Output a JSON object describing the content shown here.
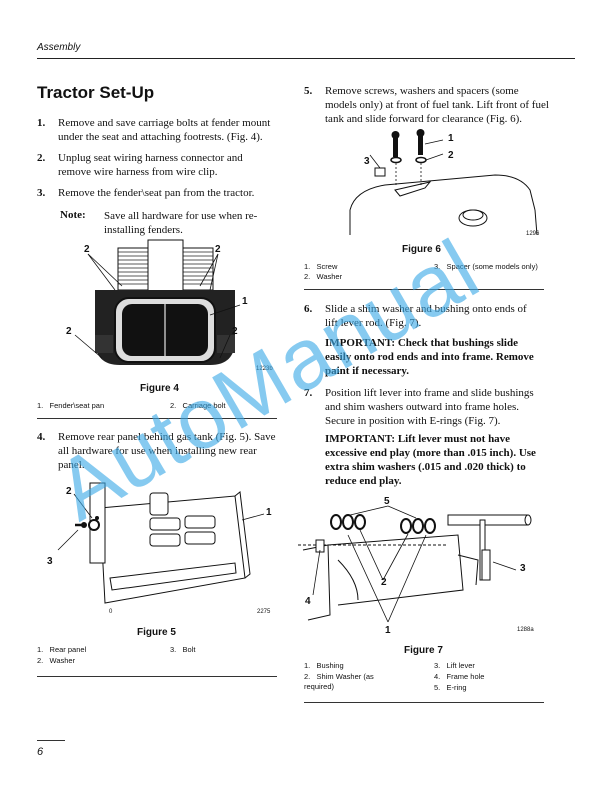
{
  "header": {
    "section": "Assembly"
  },
  "title": "Tractor Set-Up",
  "left": {
    "steps": [
      {
        "num": "1.",
        "text": "Remove and save carriage bolts at fender mount under the seat and attaching footrests. (Fig. 4)."
      },
      {
        "num": "2.",
        "text": "Unplug seat wiring harness connector and remove wire harness from wire clip."
      },
      {
        "num": "3.",
        "text": "Remove the fender\\seat pan from the tractor."
      },
      {
        "num": "4.",
        "text": "Remove rear panel behind gas tank (Fig. 5). Save all hardware for use when installing new rear panel."
      }
    ],
    "note": {
      "label": "Note:",
      "text": "Save all hardware for use when re-installing fenders."
    },
    "figure4": {
      "title": "Figure 4",
      "code": "1223b",
      "callouts": [
        "2",
        "2",
        "1",
        "2",
        "2"
      ],
      "legend": [
        {
          "num": "1.",
          "text": "Fender\\seat pan"
        },
        {
          "num": "2.",
          "text": "Carriage bolt"
        }
      ]
    },
    "figure5": {
      "title": "Figure 5",
      "code": "2275",
      "callouts": [
        "2",
        "1",
        "3",
        "0"
      ],
      "legend": [
        {
          "num": "1.",
          "text": "Rear panel"
        },
        {
          "num": "2.",
          "text": "Washer"
        },
        {
          "num": "3.",
          "text": "Bolt"
        }
      ]
    }
  },
  "right": {
    "steps": [
      {
        "num": "5.",
        "text": "Remove screws, washers and spacers (some models only) at front of fuel tank. Lift front of fuel tank and slide forward for clearance (Fig. 6)."
      },
      {
        "num": "6.",
        "text": "Slide a shim washer and bushing onto ends of lift lever rod. (Fig. 7)."
      },
      {
        "num": "7.",
        "text": "Position lift lever into frame and slide bushings and shim washers outward into frame holes. Secure in position with E-rings (Fig. 7)."
      }
    ],
    "important1": "IMPORTANT: Check that bushings slide easily onto rod ends and into frame. Remove paint if necessary.",
    "important2": "IMPORTANT: Lift lever must not have excessive end play (more than .015 inch). Use extra shim washers (.015 and .020 thick) to reduce end play.",
    "figure6": {
      "title": "Figure 6",
      "code": "1296",
      "callouts": [
        "1",
        "2",
        "3"
      ],
      "legend": [
        {
          "num": "1.",
          "text": "Screw"
        },
        {
          "num": "2.",
          "text": "Washer"
        },
        {
          "num": "3.",
          "text": "Spacer (some models only)"
        }
      ]
    },
    "figure7": {
      "title": "Figure 7",
      "code": "1288a",
      "callouts": [
        "5",
        "2",
        "3",
        "4",
        "1"
      ],
      "legend": [
        {
          "num": "1.",
          "text": "Bushing"
        },
        {
          "num": "2.",
          "text": "Shim Washer (as required)"
        },
        {
          "num": "3.",
          "text": "Lift lever"
        },
        {
          "num": "4.",
          "text": "Frame hole"
        },
        {
          "num": "5.",
          "text": "E-ring"
        }
      ]
    }
  },
  "watermark": "AutoManual",
  "page_number": "6"
}
